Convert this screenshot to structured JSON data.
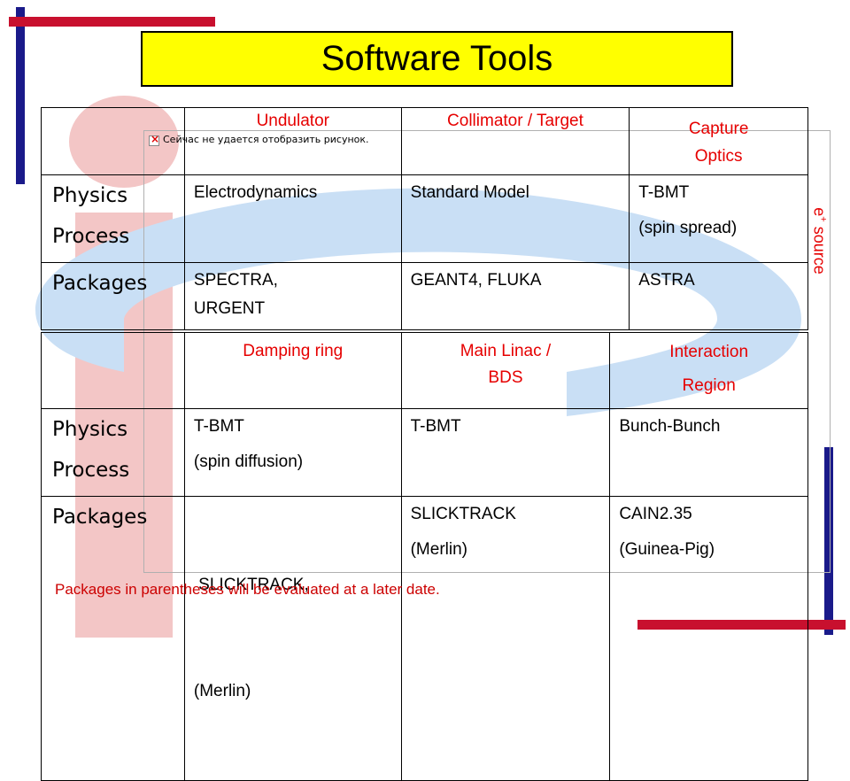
{
  "title": "Software Tools",
  "image_placeholder": {
    "text": "Сейчас не удается отобразить рисунок."
  },
  "side_label": {
    "prefix": "e",
    "superscript": "+",
    "suffix": " source"
  },
  "table1": {
    "headers": [
      {
        "lines": [
          "Undulator"
        ]
      },
      {
        "lines": [
          "Collimator / Target"
        ]
      },
      {
        "lines": [
          "Capture",
          "Optics"
        ]
      }
    ],
    "rows": [
      {
        "label_lines": [
          "Physics",
          "Process"
        ],
        "cells": [
          [
            "Electrodynamics"
          ],
          [
            "Standard Model"
          ],
          [
            "T-BMT",
            "(spin spread)"
          ]
        ]
      },
      {
        "label_lines": [
          "Packages"
        ],
        "cells": [
          [
            "SPECTRA,",
            "URGENT"
          ],
          [
            "GEANT4, FLUKA"
          ],
          [
            "ASTRA"
          ]
        ]
      }
    ]
  },
  "table2": {
    "headers": [
      {
        "lines": [
          "Damping ring"
        ]
      },
      {
        "lines": [
          "Main Linac /",
          "BDS"
        ]
      },
      {
        "lines": [
          "Interaction",
          "Region"
        ]
      }
    ],
    "rows": [
      {
        "label_lines": [
          "Physics",
          "Process"
        ],
        "cells": [
          [
            "T-BMT",
            "(spin diffusion)"
          ],
          [
            "T-BMT"
          ],
          [
            "Bunch-Bunch"
          ]
        ]
      },
      {
        "label_lines": [
          "Packages"
        ],
        "cells": [
          [
            " SLICKTRACK,",
            "(Merlin)"
          ],
          [
            "SLICKTRACK",
            "(Merlin)"
          ],
          [
            "CAIN2.35",
            "(Guinea-Pig)"
          ]
        ]
      }
    ]
  },
  "footnote": "Packages in parentheses will be evaluated at a later date.",
  "colors": {
    "title_bg": "#ffff00",
    "header_text": "#e60000",
    "frame_blue": "#1a1a8a",
    "frame_red": "#c8102e",
    "logo_red": "#f3c6c6",
    "logo_blue": "#c9dff5"
  }
}
